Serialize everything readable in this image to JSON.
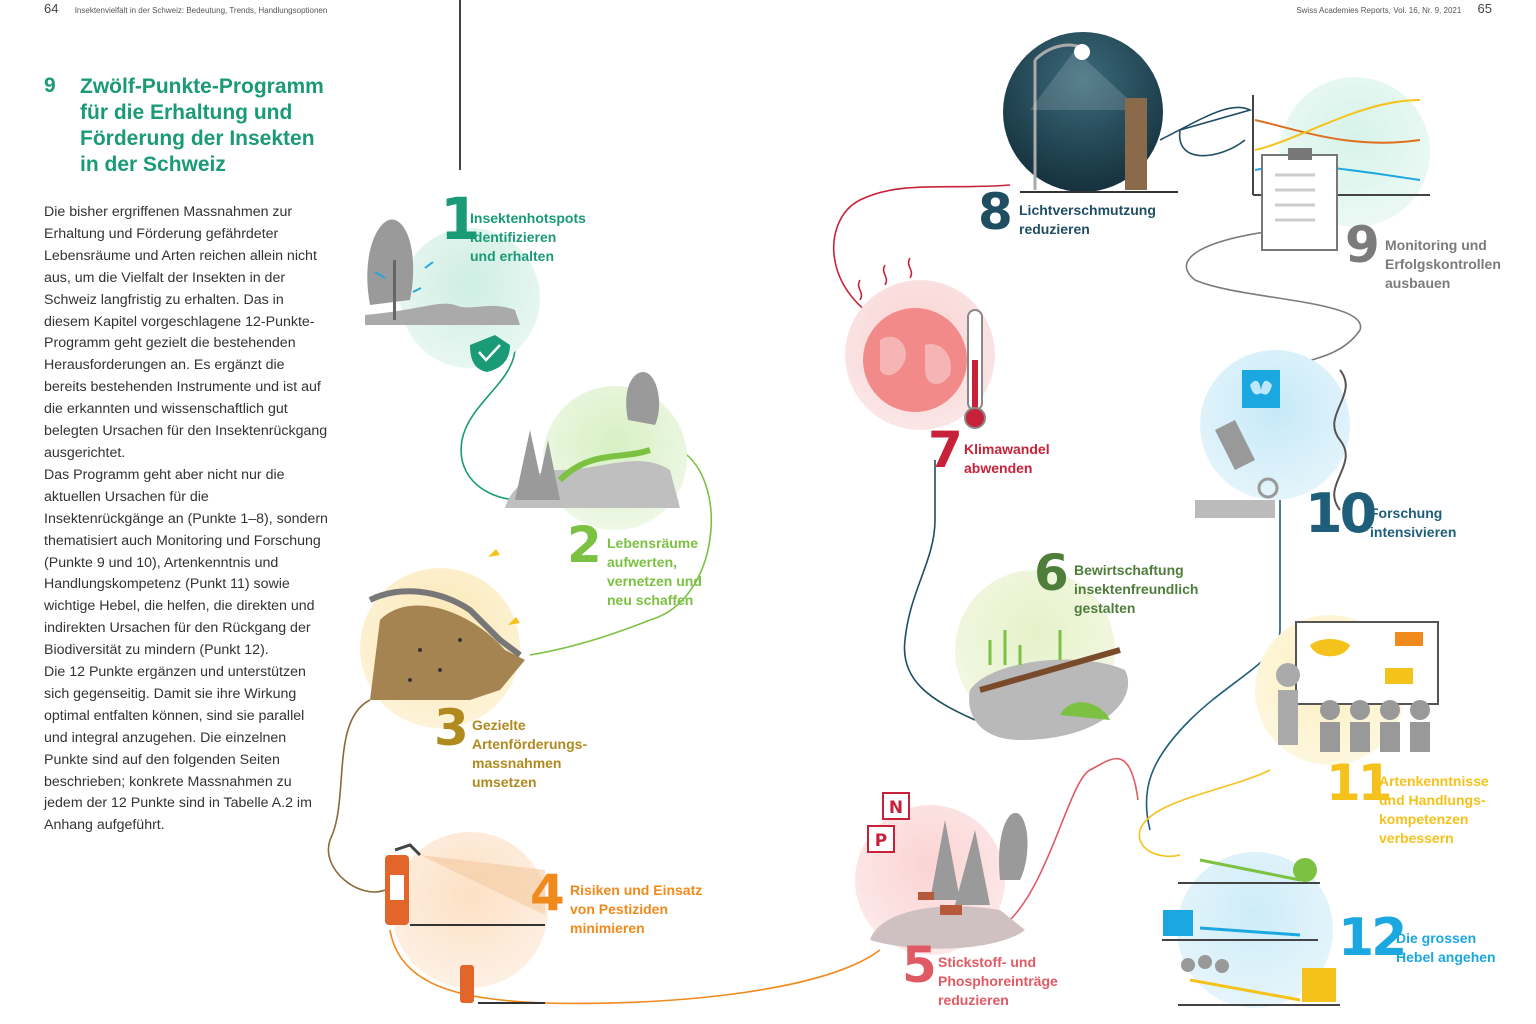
{
  "header": {
    "left_page_number": "64",
    "left_running_title": "Insektenvielfalt in der Schweiz: Bedeutung, Trends, Handlungsoptionen",
    "right_running_title": "Swiss Academies Reports, Vol. 16, Nr. 9, 2021",
    "right_page_number": "65"
  },
  "chapter": {
    "number": "9",
    "title": "Zwölf-Punkte-Programm für die Erhaltung und Förderung der Insekten in der Schweiz"
  },
  "body": {
    "paragraphs": [
      "Die bisher ergriffenen Massnahmen zur Erhaltung und Förderung gefährdeter Lebensräume und Arten reichen allein nicht aus, um die Vielfalt der Insekten in der Schweiz langfristig zu erhalten. Das in diesem Kapitel vorgeschlagene 12-Punkte-Programm geht gezielt die bestehenden Herausforderungen an. Es ergänzt die bereits bestehenden Instrumente und ist auf die erkannten und wissenschaftlich gut belegten Ursachen für den Insektenrückgang ausgerichtet.",
      "Das Programm geht aber nicht nur die aktuellen Ursachen für die Insektenrückgänge an (Punkte 1–8), sondern thematisiert auch Monitoring und Forschung (Punkte 9 und 10), Artenkenntnis und Handlungskompetenz (Punkt 11) sowie wichtige Hebel, die helfen, die direkten und indirekten Ursachen für den Rückgang der Biodiversität zu mindern (Punkt 12).",
      "Die 12 Punkte ergänzen und unterstützen sich gegenseitig. Damit sie ihre Wirkung optimal entfalten können, sind sie parallel und integral anzugehen. Die einzelnen Punkte sind auf den folgenden Seiten beschrieben; konkrete Massnahmen zu jedem der 12 Punkte sind in Tabelle A.2 im Anhang aufgeführt."
    ]
  },
  "points": [
    {
      "number": "1",
      "lines": [
        "Insektenhotspots",
        "identifizieren",
        "und erhalten"
      ],
      "color": "#1b9a77",
      "icon": "shield-check-icon"
    },
    {
      "number": "2",
      "lines": [
        "Lebensräume",
        "aufwerten,",
        "vernetzen und",
        "neu schaffen"
      ],
      "color": "#7cc142",
      "icon": "habitat-icon"
    },
    {
      "number": "3",
      "lines": [
        "Gezielte",
        "Artenförderungs-",
        "massnahmen",
        "umsetzen"
      ],
      "color": "#b08a1e",
      "icon": "species-habitat-icon"
    },
    {
      "number": "4",
      "lines": [
        "Risiken und Einsatz",
        "von Pestiziden",
        "minimieren"
      ],
      "color": "#f08a1c",
      "icon": "spray-bottle-icon"
    },
    {
      "number": "5",
      "lines": [
        "Stickstoff- und",
        "Phosphoreinträge",
        "reduzieren"
      ],
      "color": "#e05a63",
      "icon": "nutrient-sign-icon",
      "sign_labels": [
        "N",
        "P"
      ]
    },
    {
      "number": "6",
      "lines": [
        "Bewirtschaftung",
        "insektenfreundlich",
        "gestalten"
      ],
      "color": "#4f7d3a",
      "icon": "meadow-icon"
    },
    {
      "number": "7",
      "lines": [
        "Klimawandel",
        "abwenden"
      ],
      "color": "#c8223a",
      "icon": "globe-thermometer-icon"
    },
    {
      "number": "8",
      "lines": [
        "Lichtverschmutzung",
        "reduzieren"
      ],
      "color": "#1f4e63",
      "icon": "street-lamp-icon"
    },
    {
      "number": "9",
      "lines": [
        "Monitoring und",
        "Erfolgskontrollen",
        "ausbauen"
      ],
      "color": "#7b7b7b",
      "icon": "clipboard-chart-icon"
    },
    {
      "number": "10",
      "lines": [
        "Forschung",
        "intensivieren"
      ],
      "color": "#1e5e7a",
      "icon": "microscope-icon"
    },
    {
      "number": "11",
      "lines": [
        "Artenkenntnisse",
        "und Handlungs-",
        "kompetenzen",
        "verbessern"
      ],
      "color": "#f5c21b",
      "icon": "teaching-board-icon"
    },
    {
      "number": "12",
      "lines": [
        "Die grossen",
        "Hebel angehen"
      ],
      "color": "#1ba7e0",
      "icon": "lever-icon"
    }
  ]
}
